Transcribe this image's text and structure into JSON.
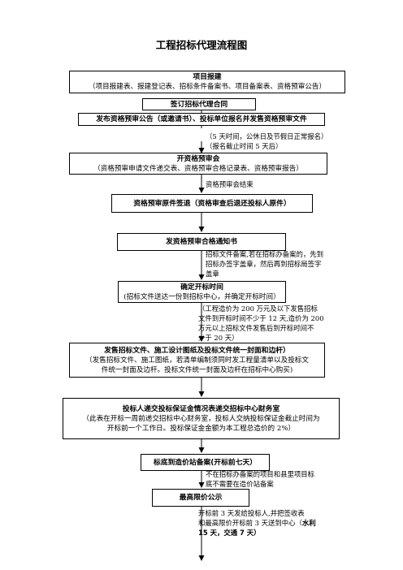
{
  "title": "工程招标代理流程图",
  "steps": {
    "s1": {
      "title": "项目报建",
      "desc": "（项目报建表、报建登记表、招标条件备案书、项目备案表、资格预审公告）"
    },
    "s2": {
      "title": "签订招标代理合同"
    },
    "s3": {
      "title": "发布资格预审公告（或邀请书）、投标单位报名并发售资格预审文件"
    },
    "n3": {
      "line1": "（5 天时间，公休日及节假日正常报名）",
      "line2": "（报名截止时间 5 天后）"
    },
    "s4": {
      "title": "开资格预审会",
      "desc": "（资格预审申请文件递交表、资格预审合格记录表、资格预审报告）"
    },
    "n4": {
      "line1": "资格预审会结束"
    },
    "s5": {
      "title": "资格预审原件签退（资格审查后退还投标人原件）"
    },
    "s6": {
      "title": "发资格预审合格通知书"
    },
    "n6": {
      "line1": "招标文件备案,若在招标办备案的，先到",
      "line2": "招标办签字盖章，然后再到招标局签字",
      "line3": "盖章"
    },
    "s7": {
      "title": "确定开标时间",
      "desc": "(招标文件送达一份到招标中心，并确定开标时间）"
    },
    "n7": {
      "line1": "（工程造价为  200  万元及以下发售招标",
      "line2": "文件到开标时间不少于 12 天,造价为 200",
      "line3": "万元以上招标文件发售后到开标时间不",
      "line4": "少于 20 天）"
    },
    "s8": {
      "title": "发售招标文件、施工设计图纸及投标文件统一封面和边杆）",
      "desc1": "（发售招标文件、施工图纸，若清单编制须同时发工程量清单以及投标文",
      "desc2": "件统一封面及边杆。投标文件统一封面及边杆在招标中心购买)"
    },
    "s9": {
      "title": "投标人递交投标保证金情况表递交招标中心财务室",
      "desc1": "（此表在开标一周前递交招标中心财务室，投标人交纳投标保证金截止时间为",
      "desc2": "开标前一个工作日。投标保证金金额为本工程总造价的 2%）"
    },
    "s10": {
      "title": "标底到造价站备案(开标前七天）"
    },
    "n10": {
      "line1": "不在招标办备案的项目和县里项目标",
      "line2": "底不需要在造价站备案"
    },
    "s11": {
      "title": "最高限价公示"
    },
    "n11": {
      "line1": "开标前 3 天发给投标人,并把签收表",
      "line2a": "和最高限价开标前  3  天送到中心（",
      "line2b": "水利",
      "line3": "15 天，交通 7 天）"
    }
  }
}
